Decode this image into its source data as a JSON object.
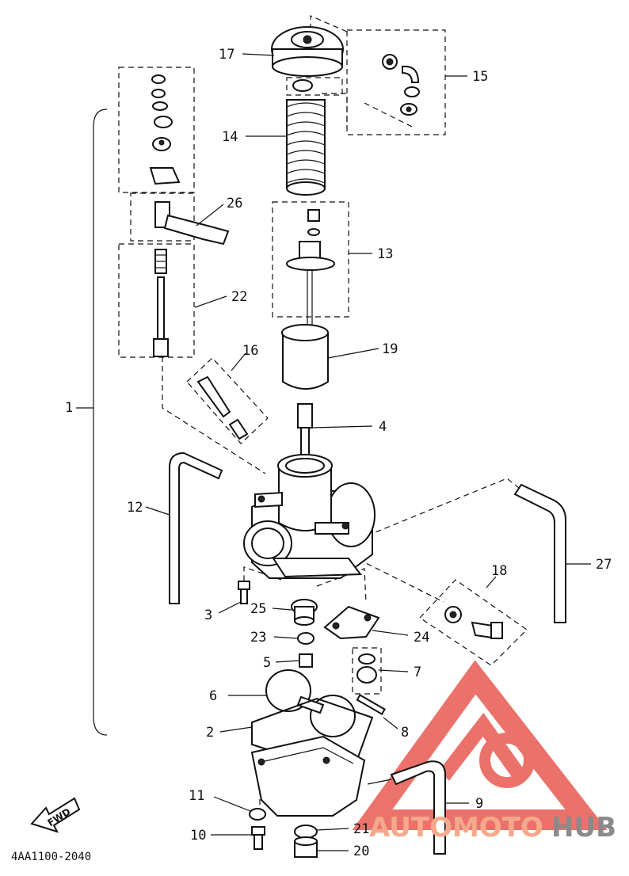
{
  "diagram": {
    "drawing_code": "4AA1100-2040",
    "direction_label": "FWD",
    "callouts": [
      "1",
      "2",
      "3",
      "4",
      "5",
      "6",
      "7",
      "8",
      "9",
      "10",
      "11",
      "12",
      "13",
      "14",
      "15",
      "16",
      "17",
      "18",
      "19",
      "20",
      "21",
      "22",
      "23",
      "24",
      "25",
      "26",
      "27"
    ]
  },
  "watermark": {
    "text_a": "AUTOMOTO",
    "text_b": "HUB",
    "color_a": "#f4a98c",
    "color_b": "#8a8a8a",
    "logo_color": "#e85a52"
  }
}
